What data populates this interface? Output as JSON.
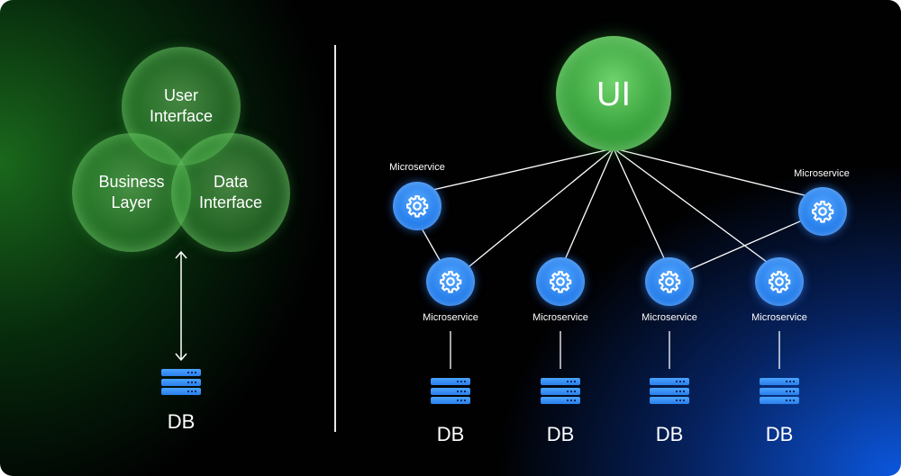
{
  "left": {
    "circles": {
      "user_interface": "User\nInterface",
      "business_layer": "Business\nLayer",
      "data_interface": "Data\nInterface"
    },
    "db_label": "DB"
  },
  "right": {
    "ui_label": "UI",
    "microservice_label": "Microservice",
    "db_label": "DB"
  },
  "colors": {
    "green_accent": "#2f9a34",
    "blue_accent": "#1f78e8",
    "line": "#ffffff"
  },
  "icons": [
    "gear-icon",
    "database-icon",
    "double-arrow-icon"
  ]
}
